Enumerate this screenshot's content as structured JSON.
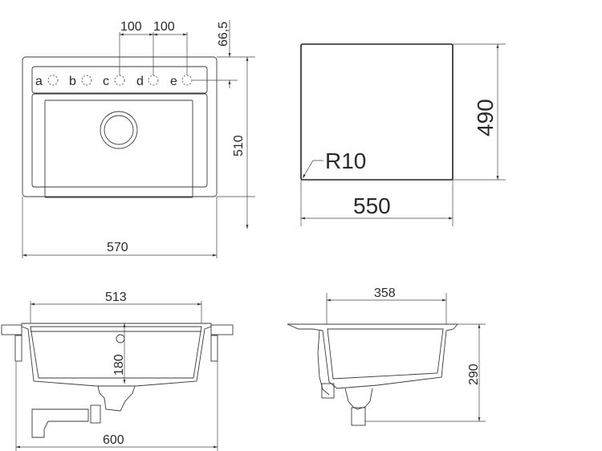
{
  "top_view": {
    "hole_spacing_1": "100",
    "hole_spacing_2": "100",
    "edge_offset": "66,5",
    "holes": [
      "a",
      "b",
      "c",
      "d",
      "e"
    ],
    "height": "510",
    "width": "570"
  },
  "cutout": {
    "height": "490",
    "width": "550",
    "radius": "R10"
  },
  "front_section": {
    "inner_width": "513",
    "depth": "180",
    "overall_width": "600"
  },
  "side_section": {
    "inner_width": "358",
    "depth": "290"
  }
}
